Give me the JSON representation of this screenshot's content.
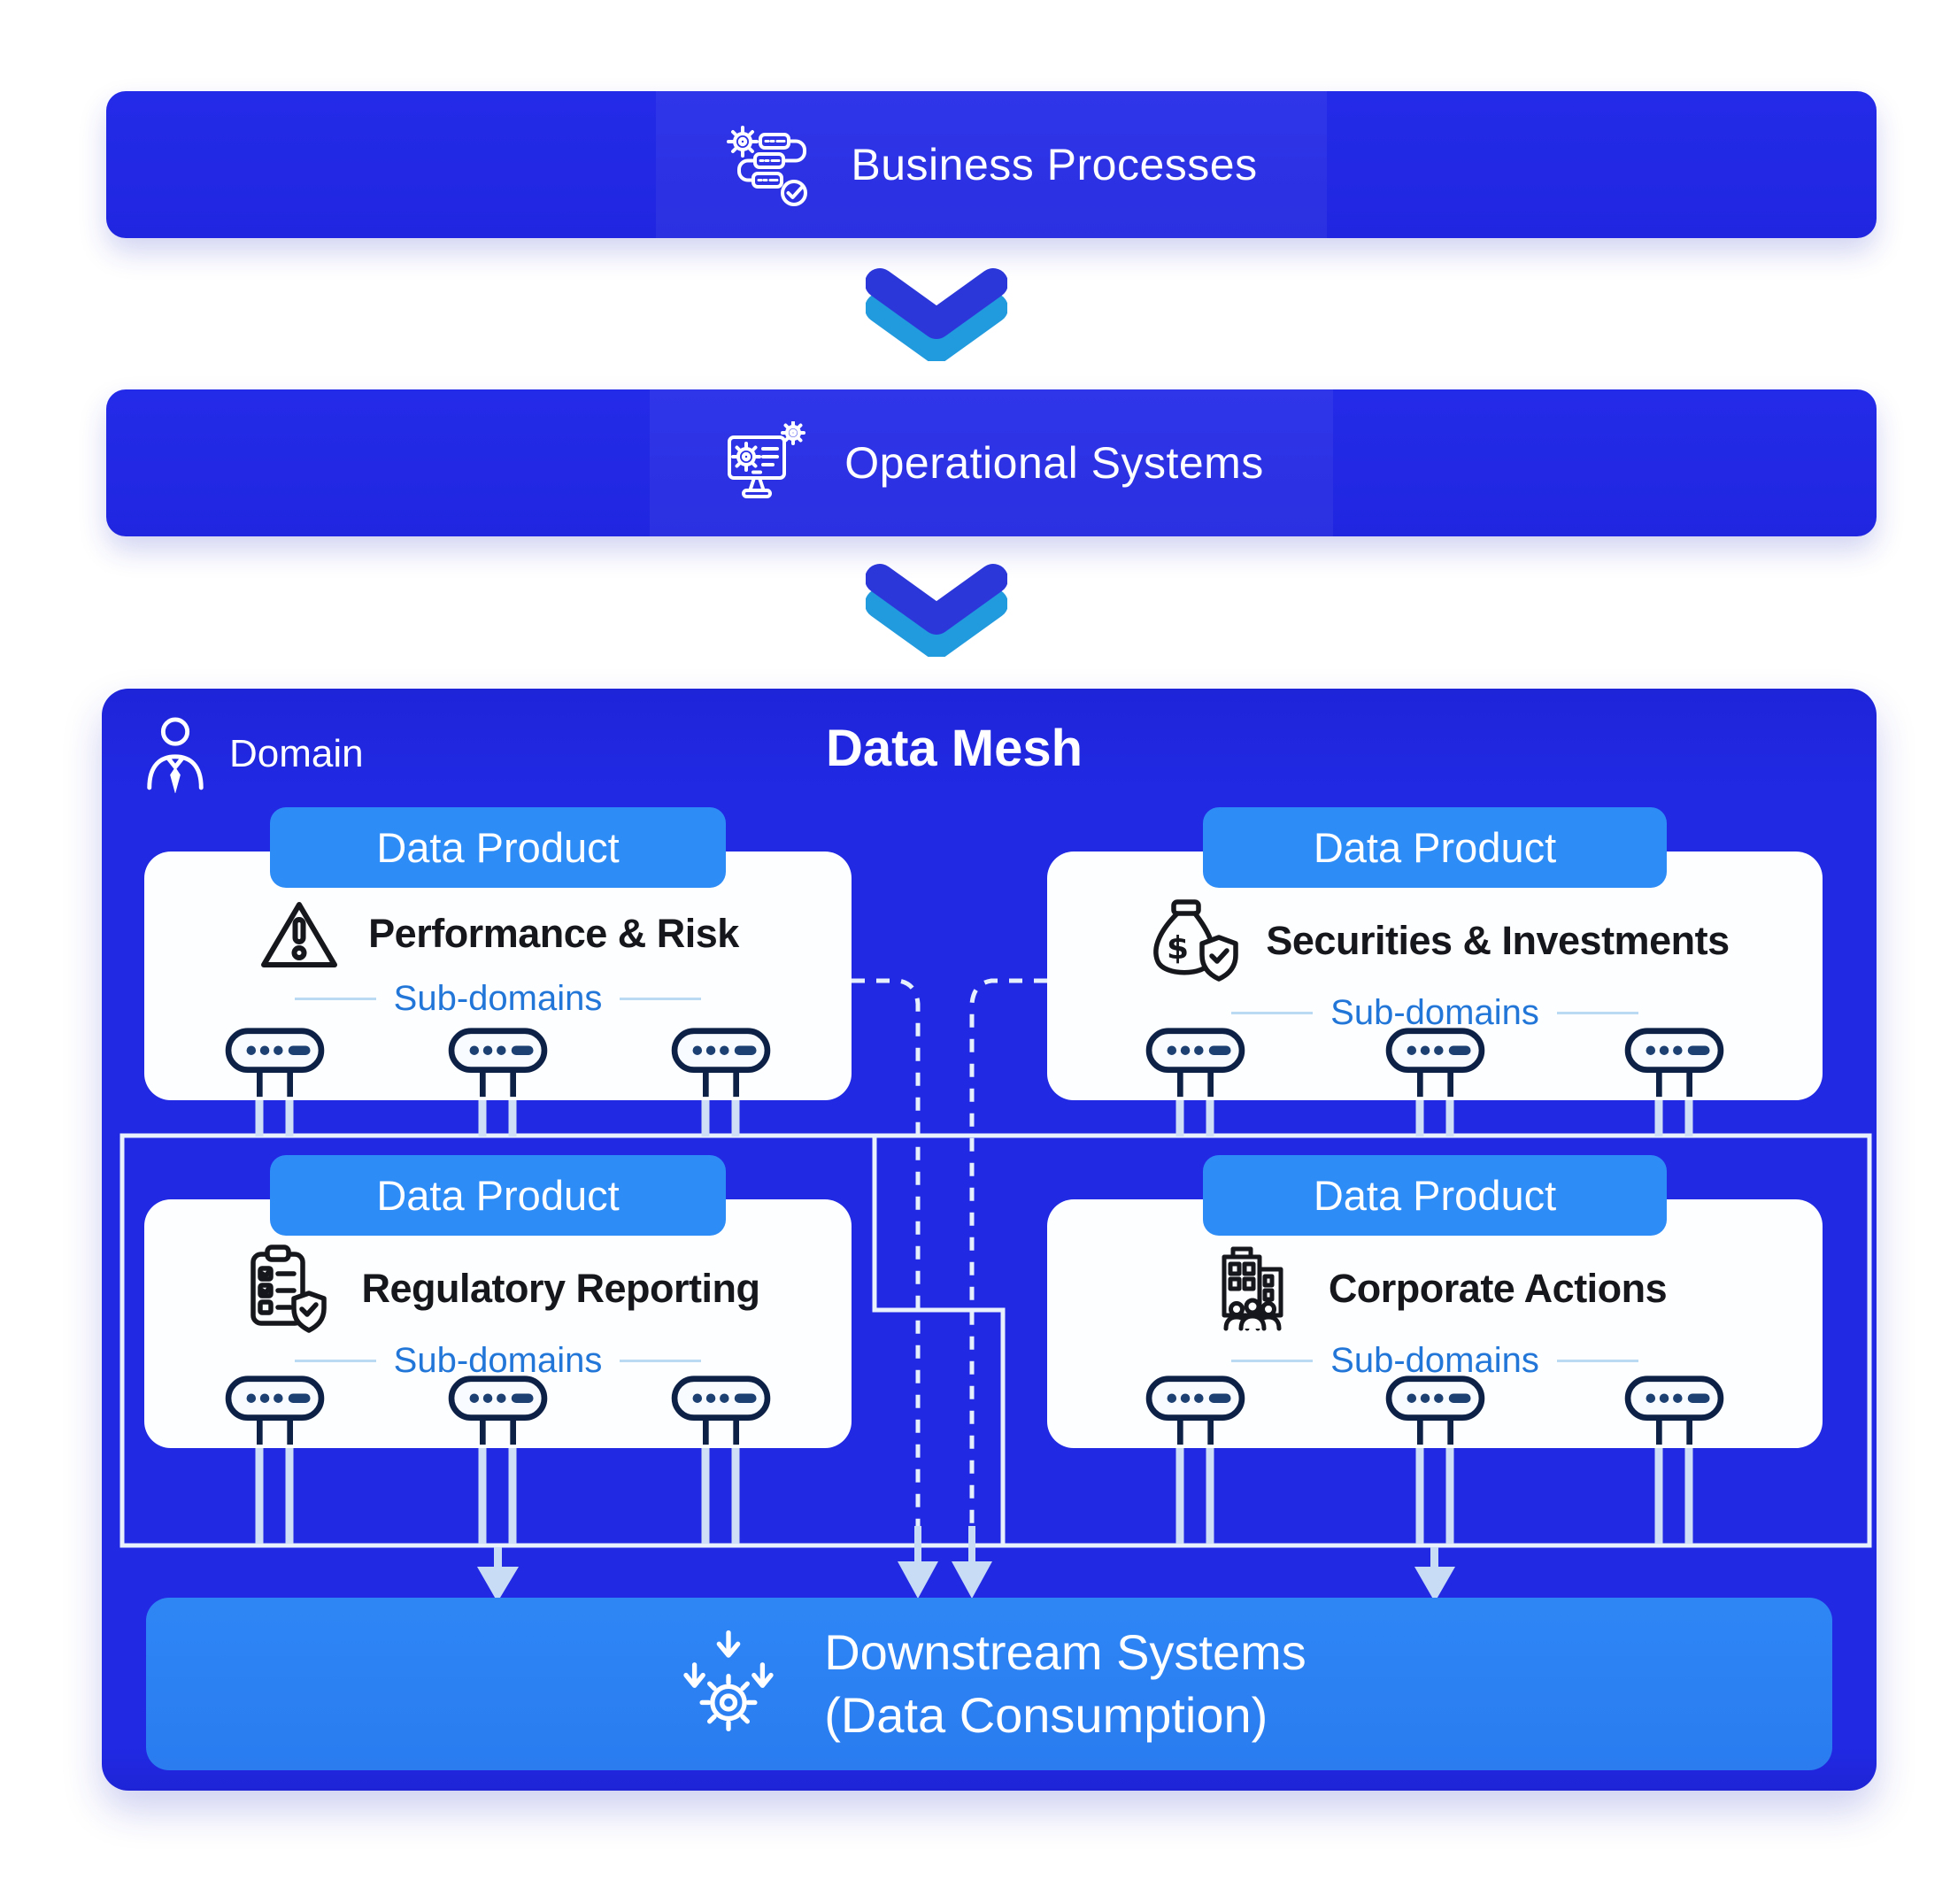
{
  "diagram": {
    "business_processes": {
      "label": "Business Processes",
      "icon": "workflow-check-icon"
    },
    "operational_systems": {
      "label": "Operational Systems",
      "icon": "monitor-gears-icon"
    },
    "data_mesh": {
      "title": "Data Mesh",
      "domain_label": "Domain",
      "domain_icon": "person-tie-icon",
      "products": [
        {
          "badge": "Data Product",
          "title": "Performance & Risk",
          "icon": "warning-triangle-icon",
          "subdomains_label": "Sub-domains"
        },
        {
          "badge": "Data Product",
          "title": "Securities & Investments",
          "icon": "money-bag-shield-icon",
          "subdomains_label": "Sub-domains"
        },
        {
          "badge": "Data Product",
          "title": "Regulatory Reporting",
          "icon": "clipboard-checklist-shield-icon",
          "subdomains_label": "Sub-domains"
        },
        {
          "badge": "Data Product",
          "title": "Corporate Actions",
          "icon": "building-people-icon",
          "subdomains_label": "Sub-domains"
        }
      ],
      "subdomain_server_icon": "server-icon"
    },
    "downstream_systems": {
      "label_line1": "Downstream Systems",
      "label_line2": "(Data Consumption)",
      "icon": "gear-download-icon"
    }
  },
  "colors": {
    "primary_blue": "#2129e2",
    "badge_blue": "#2e8cf7",
    "downstream_blue": "#2b80f3",
    "chevron_dark": "#2c37da",
    "chevron_light": "#219ade",
    "subdomains_text": "#2176d8",
    "connector_light": "#cfe0f6",
    "card_background": "#fdfeff",
    "dark_icon": "#15171c"
  }
}
